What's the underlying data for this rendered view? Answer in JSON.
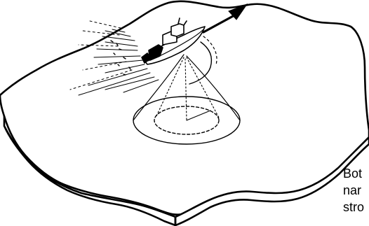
{
  "caption": {
    "lines": [
      "Bot",
      "nar",
      "stro"
    ]
  },
  "colors": {
    "ink": "#000000",
    "paper": "#ffffff",
    "land": "#ffffff"
  },
  "icons": {
    "vessel": "fishing-boat-icon",
    "heading": "heading-arrow-icon"
  }
}
